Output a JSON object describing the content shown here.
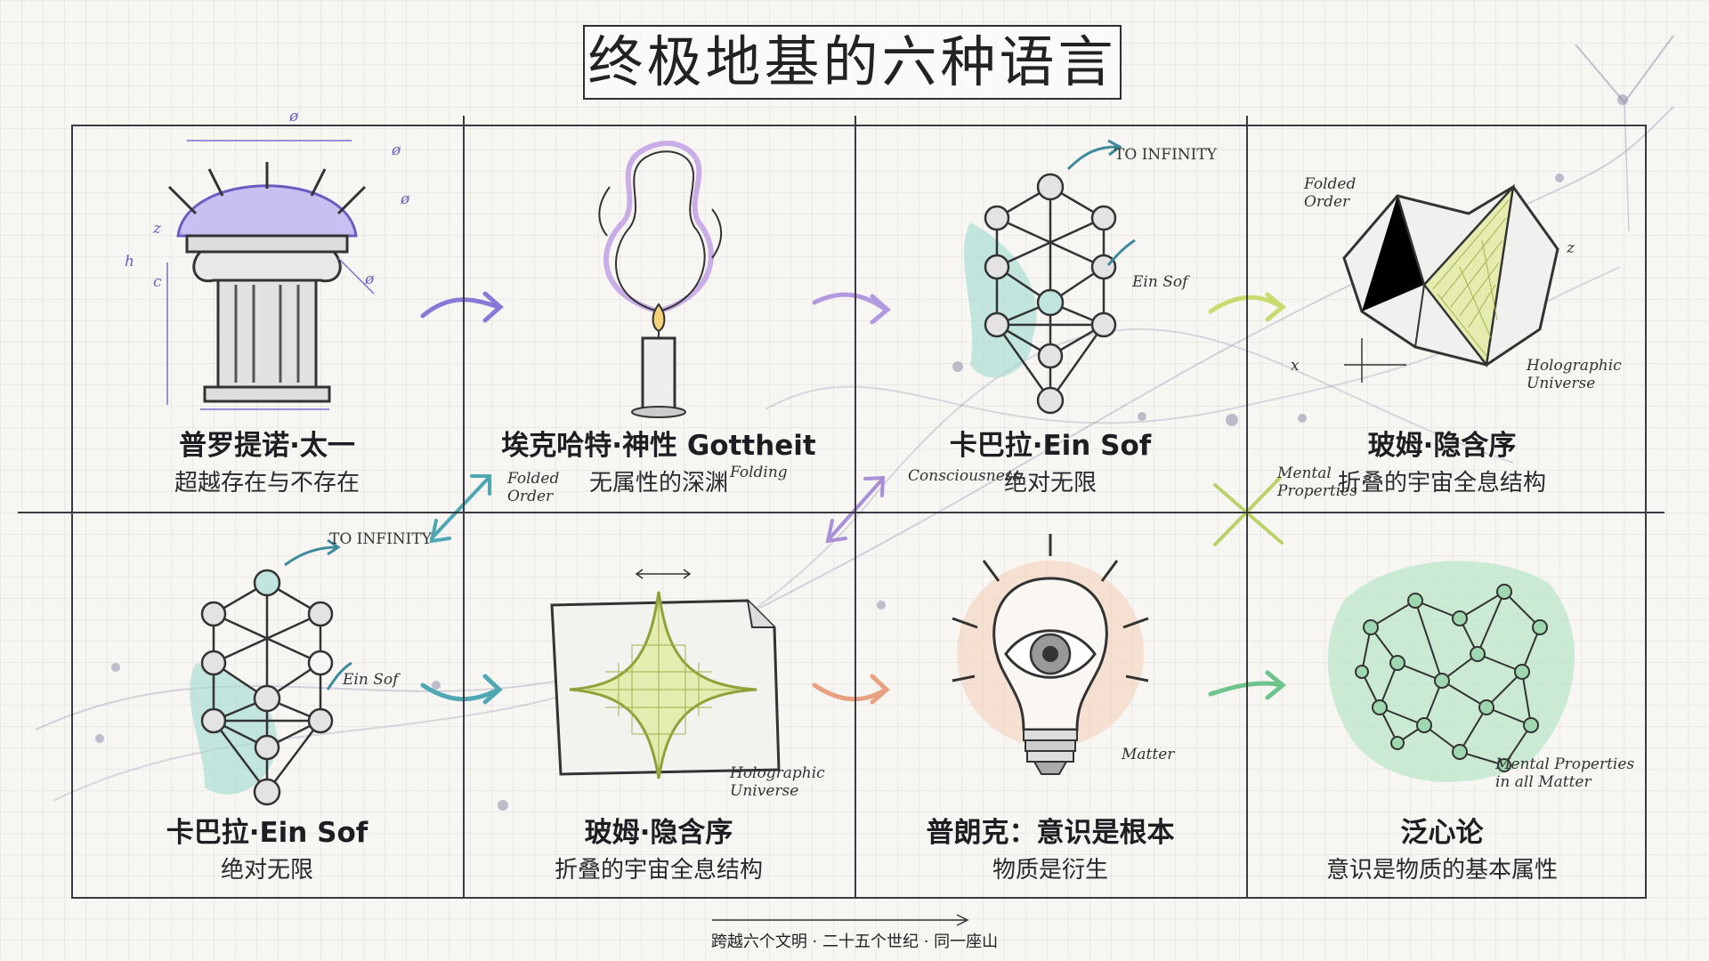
{
  "title": "终极地基的六种语言",
  "footer": "跨越六个文明 · 二十五个世纪 · 同一座山",
  "cells": [
    {
      "name": "普罗提诺·太一",
      "sub": "超越存在与不存在",
      "notes": [
        "ø",
        "ø",
        "ø",
        "ø",
        "z",
        "c",
        "h"
      ]
    },
    {
      "name": "埃克哈特·神性 Gottheit",
      "sub": "无属性的深渊",
      "notes": []
    },
    {
      "name": "卡巴拉·Ein Sof",
      "sub": "绝对无限",
      "notes": [
        "TO INFINITY",
        "Ein Sof"
      ]
    },
    {
      "name": "玻姆·隐含序",
      "sub": "折叠的宇宙全息结构",
      "notes": [
        "Folded\nOrder",
        "Holographic\nUniverse",
        "x",
        "z"
      ]
    },
    {
      "name": "卡巴拉·Ein Sof",
      "sub": "绝对无限",
      "notes": [
        "TO INFINITY",
        "Ein Sof"
      ]
    },
    {
      "name": "玻姆·隐含序",
      "sub": "折叠的宇宙全息结构",
      "notes": [
        "Folded\nOrder",
        "Folding",
        "Holographic\nUniverse"
      ]
    },
    {
      "name": "普朗克：意识是根本",
      "sub": "物质是衍生",
      "notes": [
        "Consciousness",
        "Matter"
      ]
    },
    {
      "name": "泛心论",
      "sub": "意识是物质的基本属性",
      "notes": [
        "Mental\nProperties",
        "Mental Properties\nin all Matter"
      ]
    }
  ],
  "colors": {
    "purple": "#8a78d6",
    "teal": "#5fb8a8",
    "lime": "#b9d36a",
    "peach": "#e9a080",
    "green": "#6cc48a",
    "ink": "#2f2f33"
  }
}
